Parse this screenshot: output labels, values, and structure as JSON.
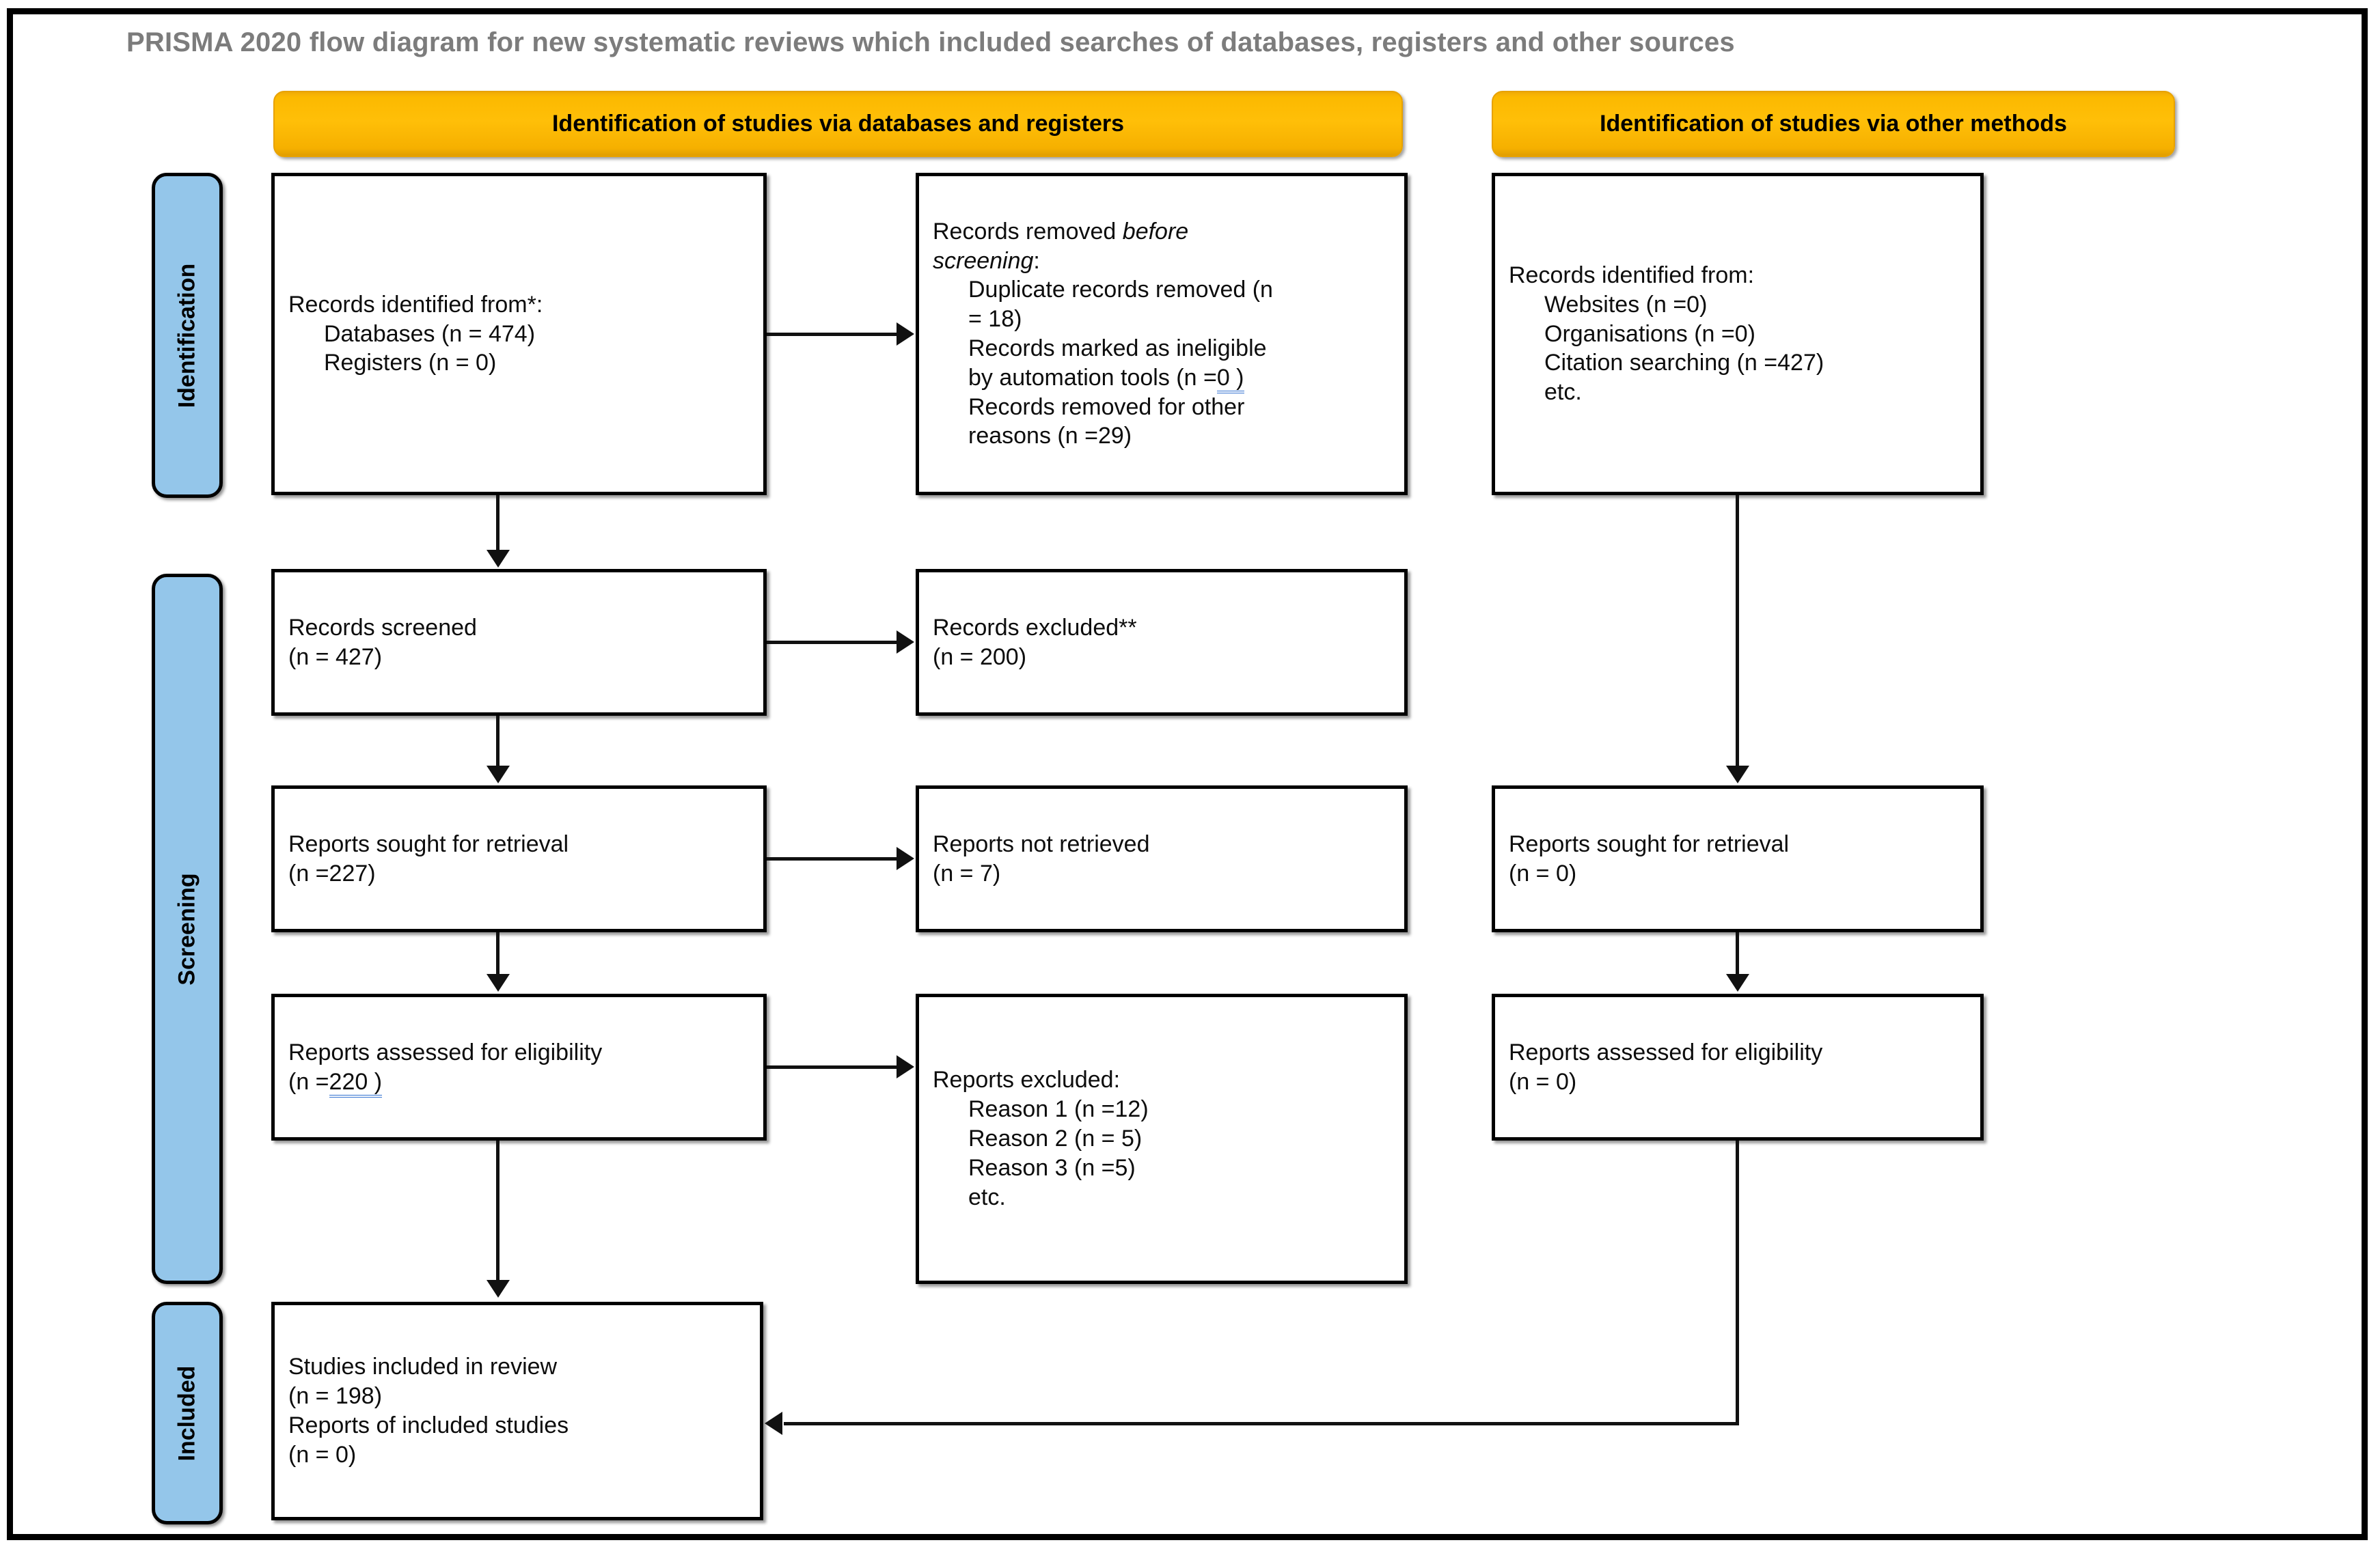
{
  "title": "PRISMA 2020 flow diagram for new systematic reviews which included searches of databases, registers and other sources",
  "banners": {
    "databases": "Identification of studies via databases and registers",
    "other": "Identification of studies via other methods"
  },
  "stages": {
    "identification": "Identification",
    "screening": "Screening",
    "included": "Included"
  },
  "boxes": {
    "identified_db": {
      "heading": "Records identified from*:",
      "items": [
        "Databases (n = 474)",
        "Registers (n = 0)"
      ]
    },
    "removed_before": {
      "heading_part1": "Records removed ",
      "heading_italic1": "before",
      "heading_italic2": "screening",
      "heading_part2": ":",
      "item1_a": "Duplicate records removed (n",
      "item1_b": "= 18)",
      "item2_a": "Records marked as ineligible",
      "item2_b_prefix": "by automation tools (n =",
      "item2_b_value": "0 )",
      "item3_a": "Records removed for other",
      "item3_b": "reasons (n =29)"
    },
    "identified_other": {
      "heading": "Records identified from:",
      "items": [
        "Websites (n =0)",
        "Organisations (n =0)",
        "Citation searching (n =427)",
        "etc."
      ]
    },
    "records_screened": {
      "line1": "Records screened",
      "line2": "(n = 427)"
    },
    "records_excluded": {
      "line1": "Records excluded**",
      "line2": "(n = 200)"
    },
    "reports_sought_left": {
      "line1": "Reports sought for retrieval",
      "line2": "(n =227)"
    },
    "reports_not_retrieved": {
      "line1": "Reports not retrieved",
      "line2": "(n = 7)"
    },
    "reports_sought_right": {
      "line1": "Reports sought for retrieval",
      "line2": "(n = 0)"
    },
    "reports_assessed_left": {
      "line1": "Reports assessed for eligibility",
      "line2_prefix": "(n =",
      "line2_value": "220 )"
    },
    "reports_excluded": {
      "heading": "Reports excluded:",
      "items": [
        "Reason 1 (n =12)",
        "Reason 2 (n = 5)",
        "Reason 3 (n =5)",
        "etc."
      ]
    },
    "reports_assessed_right": {
      "line1": "Reports assessed for eligibility",
      "line2": "(n = 0)"
    },
    "studies_included": {
      "line1": "Studies included in review",
      "line2": "(n = 198)",
      "line3": "Reports of included studies",
      "line4": "(n = 0)"
    }
  },
  "colors": {
    "banner": "#ffbf08",
    "stage_pill": "#94c6ea",
    "title_text": "#7c7c7c",
    "grammar_underline": "#2f6fd0",
    "box_border": "#000000"
  }
}
